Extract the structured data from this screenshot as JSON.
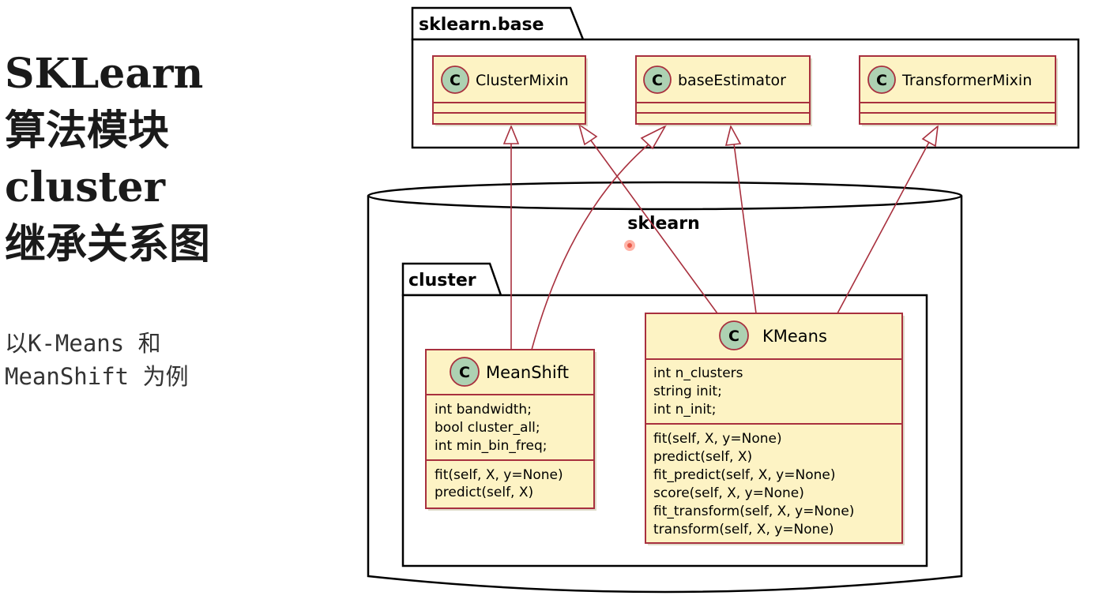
{
  "slide": {
    "title_lines": [
      "SKLearn",
      "算法模块",
      "cluster",
      "继承关系图"
    ],
    "subtitle_lines": [
      "以K-Means 和",
      "MeanShift 为例"
    ]
  },
  "diagram": {
    "colors": {
      "class_fill": "#fdf3c4",
      "class_border": "#a8303e",
      "arrow": "#a8303e",
      "stereotype_circle": "#add1b2",
      "package_border": "#000000"
    },
    "packages": {
      "base": "sklearn.base",
      "database": "sklearn",
      "cluster": "cluster"
    },
    "stereotype": "C",
    "classes": {
      "cluster_mixin": {
        "name": "ClusterMixin"
      },
      "base_estimator": {
        "name": "baseEstimator"
      },
      "transformer_mixin": {
        "name": "TransformerMixin"
      },
      "meanshift": {
        "name": "MeanShift",
        "attributes": [
          "int bandwidth;",
          "bool cluster_all;",
          "int min_bin_freq;"
        ],
        "methods": [
          "fit(self, X, y=None)",
          "predict(self, X)"
        ]
      },
      "kmeans": {
        "name": "KMeans",
        "attributes": [
          "int n_clusters",
          "string init;",
          "int n_init;"
        ],
        "methods": [
          "fit(self, X, y=None)",
          "predict(self, X)",
          "fit_predict(self, X, y=None)",
          "score(self, X, y=None)",
          "fit_transform(self, X, y=None)",
          "transform(self, X, y=None)"
        ]
      }
    },
    "inheritance": [
      {
        "from": "MeanShift",
        "to": "ClusterMixin"
      },
      {
        "from": "MeanShift",
        "to": "baseEstimator"
      },
      {
        "from": "KMeans",
        "to": "ClusterMixin"
      },
      {
        "from": "KMeans",
        "to": "baseEstimator"
      },
      {
        "from": "KMeans",
        "to": "TransformerMixin"
      }
    ]
  }
}
